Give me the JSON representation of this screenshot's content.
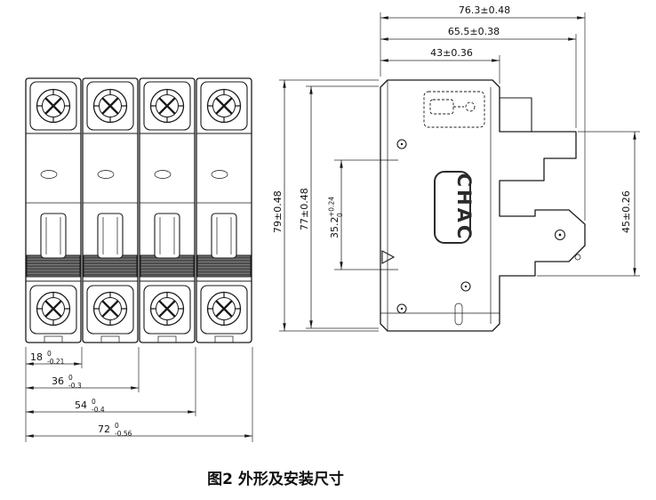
{
  "caption": "图2 外形及安装尺寸",
  "brand_label": "CHAC",
  "colors": {
    "line": "#1a1a1a",
    "background": "#ffffff",
    "hatch_fill": "#4a4a4a"
  },
  "side_view": {
    "dim_width_overall": "76.3±0.48",
    "dim_width_with_hook": "65.5±0.38",
    "dim_body_depth": "43±0.36",
    "dim_height_overall": "79±0.48",
    "dim_height_body": "77±0.48",
    "dim_rail_slot": {
      "value": "35.2",
      "upper_tol": "+0.24",
      "lower_tol": "0"
    },
    "dim_din_channel": "45±0.26"
  },
  "front_view": {
    "dim_1pole": {
      "value": "18",
      "upper_tol": "0",
      "lower_tol": "-0.21"
    },
    "dim_2pole": {
      "value": "36",
      "upper_tol": "0",
      "lower_tol": "-0.3"
    },
    "dim_3pole": {
      "value": "54",
      "upper_tol": "0",
      "lower_tol": "-0.4"
    },
    "dim_4pole": {
      "value": "72",
      "upper_tol": "0",
      "lower_tol": "-0.56"
    }
  }
}
